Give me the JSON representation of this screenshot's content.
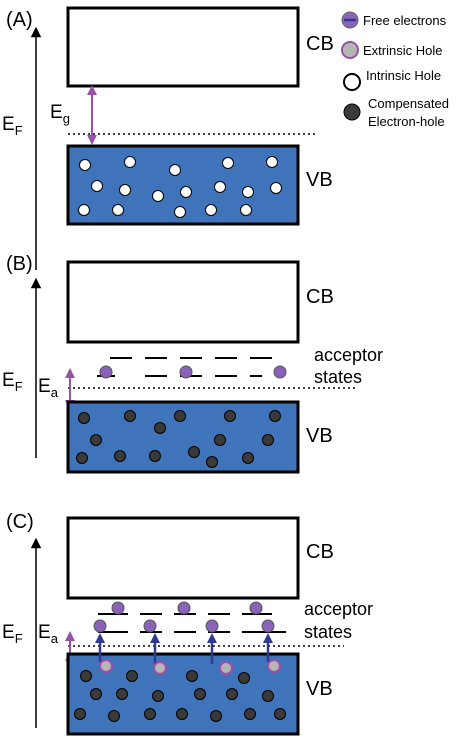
{
  "panels": [
    {
      "tag": "(A)",
      "cb": "CB",
      "vb": "VB",
      "ef": "E",
      "ef_sub": "F",
      "gap": "E",
      "gap_sub": "g"
    },
    {
      "tag": "(B)",
      "cb": "CB",
      "vb": "VB",
      "ef": "E",
      "ef_sub": "F",
      "gap": "E",
      "gap_sub": "a",
      "acceptor_1": "acceptor",
      "acceptor_2": "states"
    },
    {
      "tag": "(C)",
      "cb": "CB",
      "vb": "VB",
      "ef": "E",
      "ef_sub": "F",
      "gap": "E",
      "gap_sub": "a",
      "acceptor_1": "acceptor",
      "acceptor_2": "states"
    }
  ],
  "legend": {
    "free_electrons": "Free electrons",
    "extrinsic_hole": "Extrinsic Hole",
    "intrinsic_hole": "Intrinsic Hole",
    "compensated_1": "Compensated",
    "compensated_2": "Electron-hole"
  },
  "colors": {
    "band_fill": "#3f74bb",
    "electron": "#8a63b8",
    "hole_ring": "#9b4fa8",
    "arrow_purple": "#9b4fa8",
    "arrow_blue": "#2f3a8f",
    "compensated": "#3a3a3a"
  }
}
